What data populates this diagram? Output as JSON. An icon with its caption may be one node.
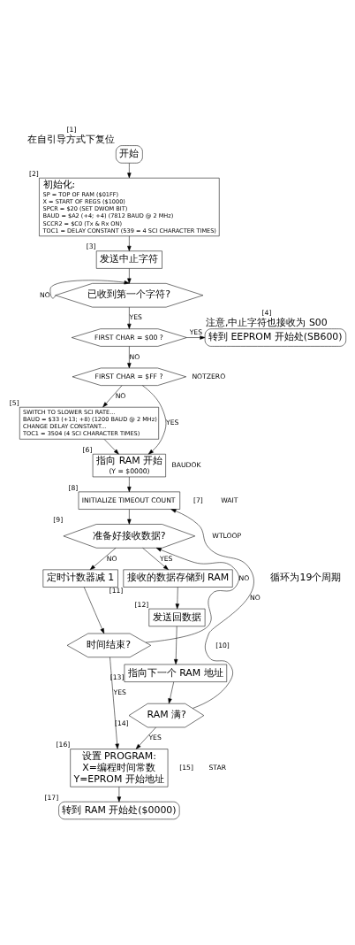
{
  "diagram": {
    "nodes": [
      {
        "text": [
          "开始"
        ],
        "beside": [
          "[1]",
          "在自引导方式下复位"
        ]
      },
      {
        "text": [
          "初始化:",
          "SP = TOP OF RAM ($01FF)",
          "X = START OF REGS ($1000)",
          "SPCR = $20 (SET DWOM BIT)",
          "BAUD = $A2 (+4; +4) (7812 BAUD @ 2 MHz)",
          "SCCR2 = $C0 (Tx & Rx ON)",
          "TOC1 = DELAY CONSTANT (539 = 4 SCI CHARACTER TIMES)"
        ],
        "beside": [
          "[2]"
        ]
      },
      {
        "text": [
          "发送中止字符"
        ],
        "beside": [
          "[3]"
        ]
      },
      {
        "text": [
          "已收到第一个字符?"
        ]
      },
      {
        "text": [
          "FIRST CHAR = $00 ?"
        ]
      },
      {
        "text": [
          "转到 EEPROM 开始处(SB600)"
        ],
        "beside": [
          "[4]",
          "注意,中止字符也接收为 S00"
        ]
      },
      {
        "text": [
          "FIRST CHAR = $FF ?"
        ]
      },
      {
        "text": [
          "SWITCH TO SLOWER SCI RATE...",
          "BAUD = $33 (+13; +8) (1200 BAUD @ 2 MHz)",
          "CHANGE DELAY CONSTANT...",
          "TOC1 = 3504 (4 SCI CHARACTER TIMES)"
        ],
        "beside": [
          "[5]"
        ]
      },
      {
        "text": [
          "指向 RAM 开始",
          "(Y = $0000)"
        ],
        "beside": [
          "[6]"
        ]
      },
      {
        "text": [
          "INITIALIZE TIMEOUT COUNT"
        ],
        "beside": [
          "[8]"
        ]
      },
      {
        "text": [
          "准备好接收数据?"
        ],
        "beside": [
          "[9]"
        ]
      },
      {
        "text": [
          "定时计数器减 1"
        ]
      },
      {
        "text": [
          "时间结束?"
        ]
      },
      {
        "text": [
          "接收的数据存储到 RAM"
        ],
        "beside": [
          "[11]"
        ]
      },
      {
        "text": [
          "发送回数据"
        ],
        "beside": [
          "[12]"
        ]
      },
      {
        "text": [
          "指向下一个 RAM 地址"
        ],
        "beside": [
          "[13]"
        ]
      },
      {
        "text": [
          "RAM 满?"
        ],
        "beside": [
          "[14]"
        ]
      },
      {
        "text": [
          "设置 PROGRAM:",
          "X=编程时间常数",
          "Y=EPROM 开始地址"
        ],
        "beside": [
          "[16]"
        ]
      },
      {
        "text": [
          "转到 RAM 开始处($0000)"
        ],
        "beside": [
          "[17]"
        ]
      }
    ],
    "edges": [
      {
        "from": 0,
        "to": 1,
        "arrow": "to"
      },
      {
        "from": 1,
        "to": 2,
        "arrow": "to"
      },
      {
        "from": 2,
        "to": 3,
        "arrow": "to"
      },
      {
        "from": 3,
        "to": 3,
        "arrow": "to",
        "label": "NO"
      },
      {
        "from": 3,
        "to": 4,
        "arrow": "to",
        "label": "YES"
      },
      {
        "from": 4,
        "to": 5,
        "arrow": "to",
        "label": "YES"
      },
      {
        "from": 4,
        "to": 6,
        "arrow": "to",
        "label": "NO"
      },
      {
        "from": 6,
        "to": 8,
        "arrow": "to",
        "label": "YES"
      },
      {
        "from": 6,
        "to": 7,
        "arrow": "to",
        "label": "NO"
      },
      {
        "from": 7,
        "to": 8,
        "arrow": "to"
      },
      {
        "from": 8,
        "to": 9,
        "arrow": "to"
      },
      {
        "from": 9,
        "to": 10,
        "arrow": "to"
      },
      {
        "from": 10,
        "to": 13,
        "arrow": "to",
        "label": "YES"
      },
      {
        "from": 10,
        "to": 11,
        "arrow": "to",
        "label": "NO"
      },
      {
        "from": 11,
        "to": 12,
        "arrow": "to"
      },
      {
        "from": 12,
        "to": 10,
        "arrow": "to",
        "label": "NO"
      },
      {
        "from": 12,
        "to": 17,
        "arrow": "to",
        "label": "YES"
      },
      {
        "from": 13,
        "to": 14,
        "arrow": "to"
      },
      {
        "from": 14,
        "to": 15,
        "arrow": "to"
      },
      {
        "from": 15,
        "to": 16,
        "arrow": "to"
      },
      {
        "from": 16,
        "to": 9,
        "arrow": "to",
        "label": "NO"
      },
      {
        "from": 16,
        "to": 17,
        "arrow": "to",
        "label": "YES"
      },
      {
        "from": 17,
        "to": 18,
        "arrow": "to"
      }
    ],
    "labels": [
      "NOTZERO",
      "BAUDOK",
      "[7]",
      "WAIT",
      "WTLOOP",
      "循环为19个周期",
      "[10]",
      "[15]",
      "STAR"
    ]
  }
}
